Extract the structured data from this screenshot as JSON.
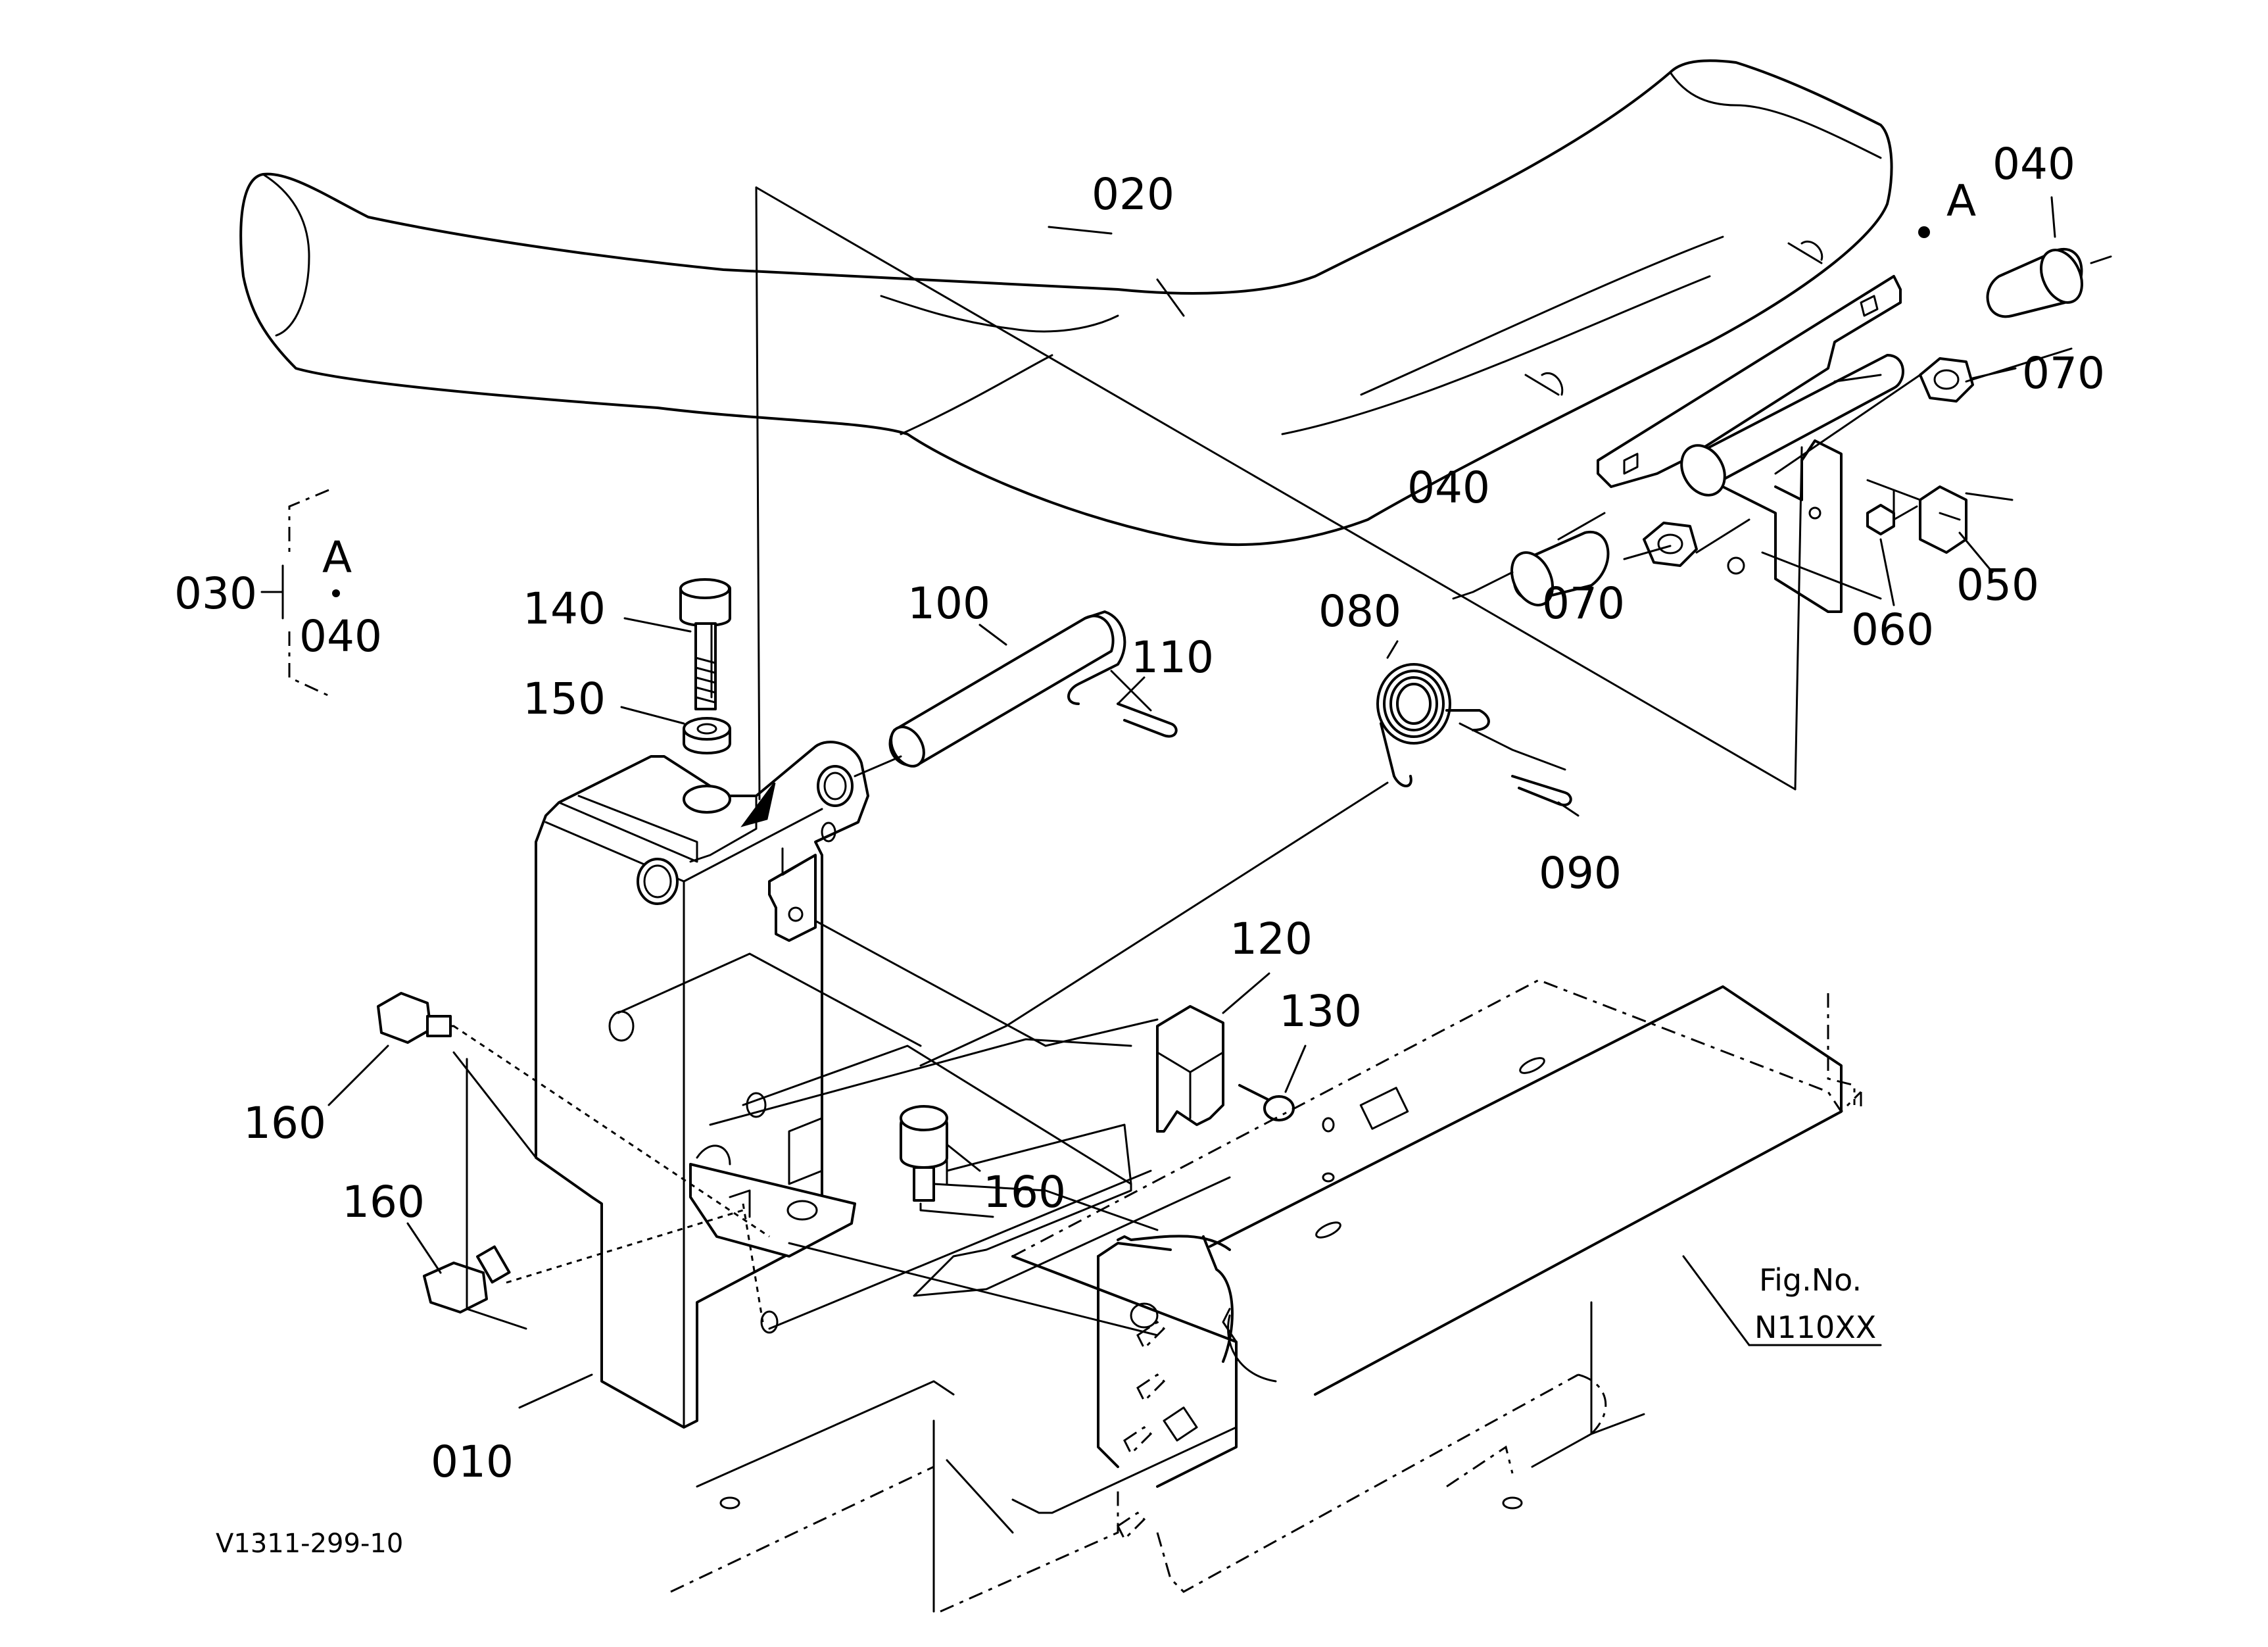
{
  "labels": {
    "p010": "010",
    "p020": "020",
    "p030": "030",
    "p040_top": "040",
    "p040_mid": "040",
    "p050": "050",
    "p060": "060",
    "p070_right": "070",
    "p070_mid": "070",
    "p080": "080",
    "p090": "090",
    "p100": "100",
    "p110": "110",
    "p120": "120",
    "p130": "130",
    "p140": "140",
    "p150": "150",
    "p160_left": "160",
    "p160_low": "160",
    "p160_mid": "160"
  },
  "ref_marker": "A",
  "group_box": {
    "letter": "A",
    "part": "040"
  },
  "fig": {
    "line1": "Fig.No.",
    "line2": "N110XX"
  },
  "drawing_code": "V1311-299-10"
}
